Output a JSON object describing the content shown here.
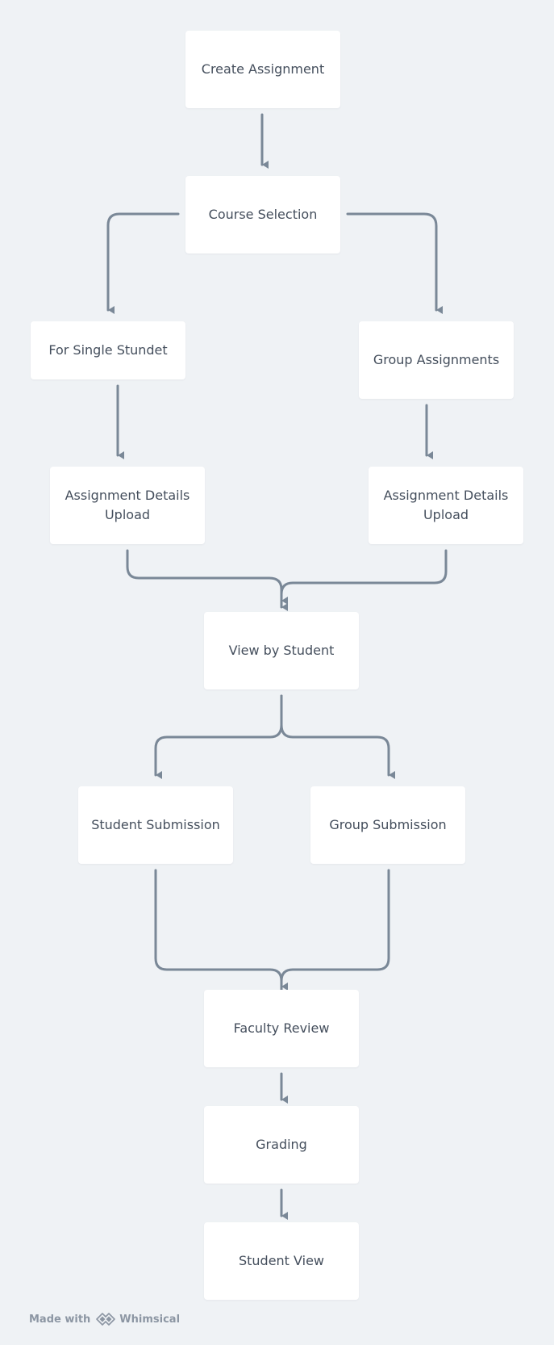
{
  "diagram": {
    "nodes": {
      "create_assignment": "Create Assignment",
      "course_selection": "Course Selection",
      "for_single_student": "For Single Stundet",
      "group_assignments": "Group Assignments",
      "details_upload_single": "Assignment Details Upload",
      "details_upload_group": "Assignment Details Upload",
      "view_by_student": "View by Student",
      "student_submission": "Student Submission",
      "group_submission": "Group Submission",
      "faculty_review": "Faculty Review",
      "grading": "Grading",
      "student_view": "Student View"
    },
    "edge_color": "#7a8897"
  },
  "footer": {
    "made_with": "Made with",
    "brand": "Whimsical",
    "brand_icon": "whimsical-logo-icon"
  }
}
